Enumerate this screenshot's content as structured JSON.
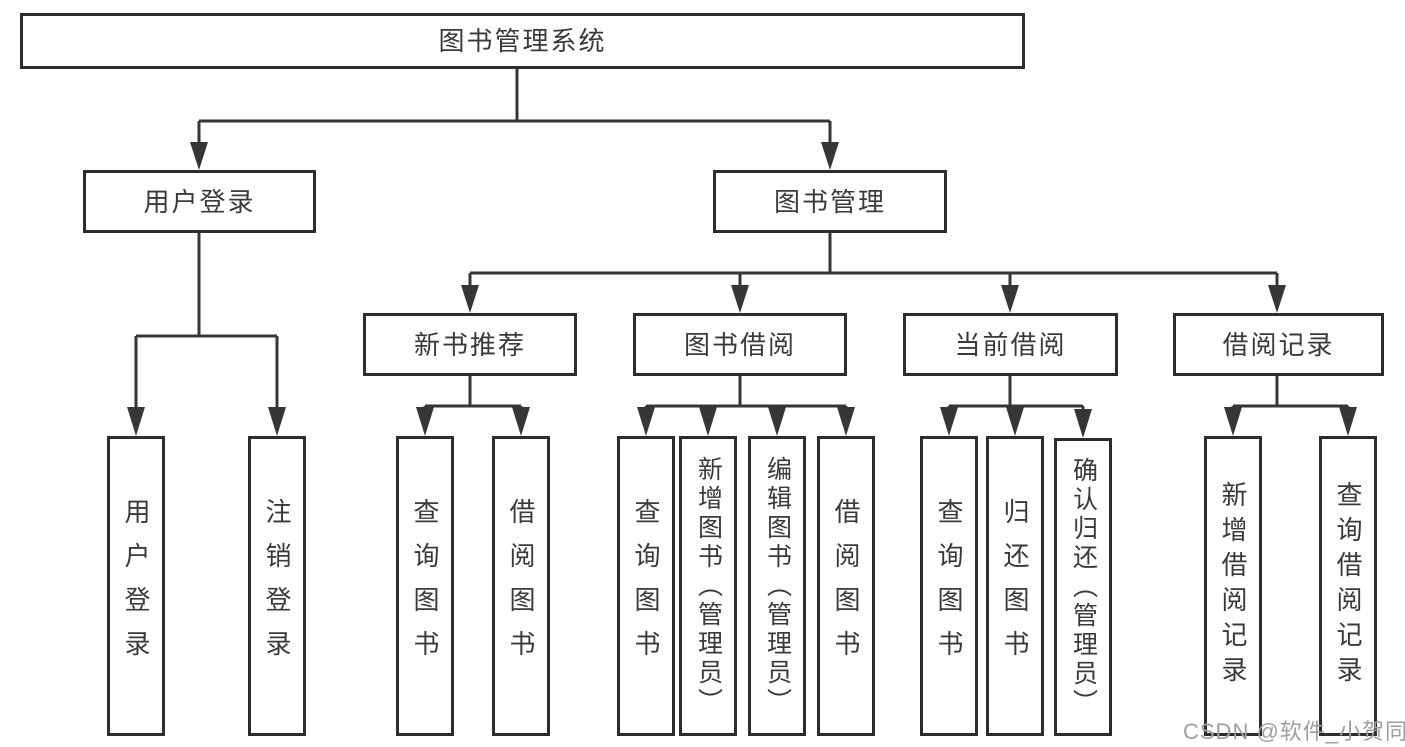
{
  "tree": {
    "root": {
      "label": "图书管理系统"
    },
    "branches": [
      {
        "label": "用户登录",
        "children": [
          {
            "label": "用户登录"
          },
          {
            "label": "注销登录"
          }
        ]
      },
      {
        "label": "图书管理",
        "children": [
          {
            "label": "新书推荐",
            "children": [
              {
                "label": "查询图书"
              },
              {
                "label": "借阅图书"
              }
            ]
          },
          {
            "label": "图书借阅",
            "children": [
              {
                "label": "查询图书"
              },
              {
                "label": "新增图书（管理员）"
              },
              {
                "label": "编辑图书（管理员）"
              },
              {
                "label": "借阅图书"
              }
            ]
          },
          {
            "label": "当前借阅",
            "children": [
              {
                "label": "查询图书"
              },
              {
                "label": "归还图书"
              },
              {
                "label": "确认归还（管理员）"
              }
            ]
          },
          {
            "label": "借阅记录",
            "children": [
              {
                "label": "新增借阅记录"
              },
              {
                "label": "查询借阅记录"
              }
            ]
          }
        ]
      }
    ]
  },
  "watermark": "CSDN @软件_小贺同学",
  "colors": {
    "line": "#363636",
    "border": "#2d2d2d",
    "text": "#3a3a3a",
    "watermark": "#9e9e9e",
    "background": "#ffffff"
  }
}
